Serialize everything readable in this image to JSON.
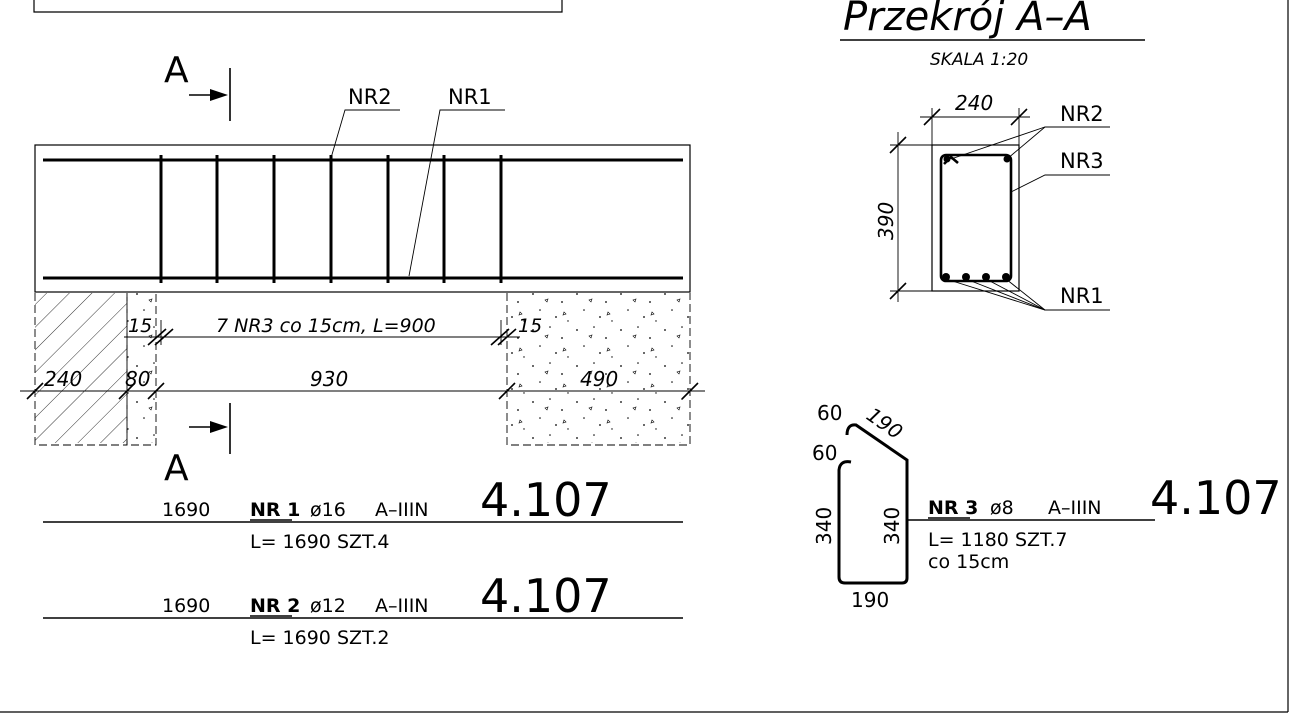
{
  "section_title": "Przekrój A–A",
  "section_scale": "SKALA 1:20",
  "section_mark": "A",
  "labels": {
    "nr1": "NR1",
    "nr2": "NR2",
    "nr3": "NR3"
  },
  "dimensions": {
    "stirrups": "7 NR3 co 15cm, L=900",
    "left_offset": "15",
    "right_offset": "15",
    "support_left": "240",
    "gap_left": "80",
    "clear_span": "930",
    "support_right": "490",
    "section_width": "240",
    "section_height": "390"
  },
  "bars": [
    {
      "length": "1690",
      "label": "NR 1",
      "dia": "ø16",
      "steel": "A–IIIN",
      "code": "4.107",
      "sublabel": "L= 1690   SZT.4"
    },
    {
      "length": "1690",
      "label": "NR 2",
      "dia": "ø12",
      "steel": "A–IIIN",
      "code": "4.107",
      "sublabel": "L= 1690   SZT.2"
    }
  ],
  "stirrup_shape": {
    "label": "NR 3",
    "dia": "ø8",
    "steel": "A–IIIN",
    "code": "4.107",
    "sublabel1": "L= 1180 SZT.7",
    "sublabel2": "co  15cm",
    "dims": {
      "hook1": "60",
      "hook2": "60",
      "diag": "190",
      "left": "340",
      "right": "340",
      "bottom": "190"
    }
  }
}
